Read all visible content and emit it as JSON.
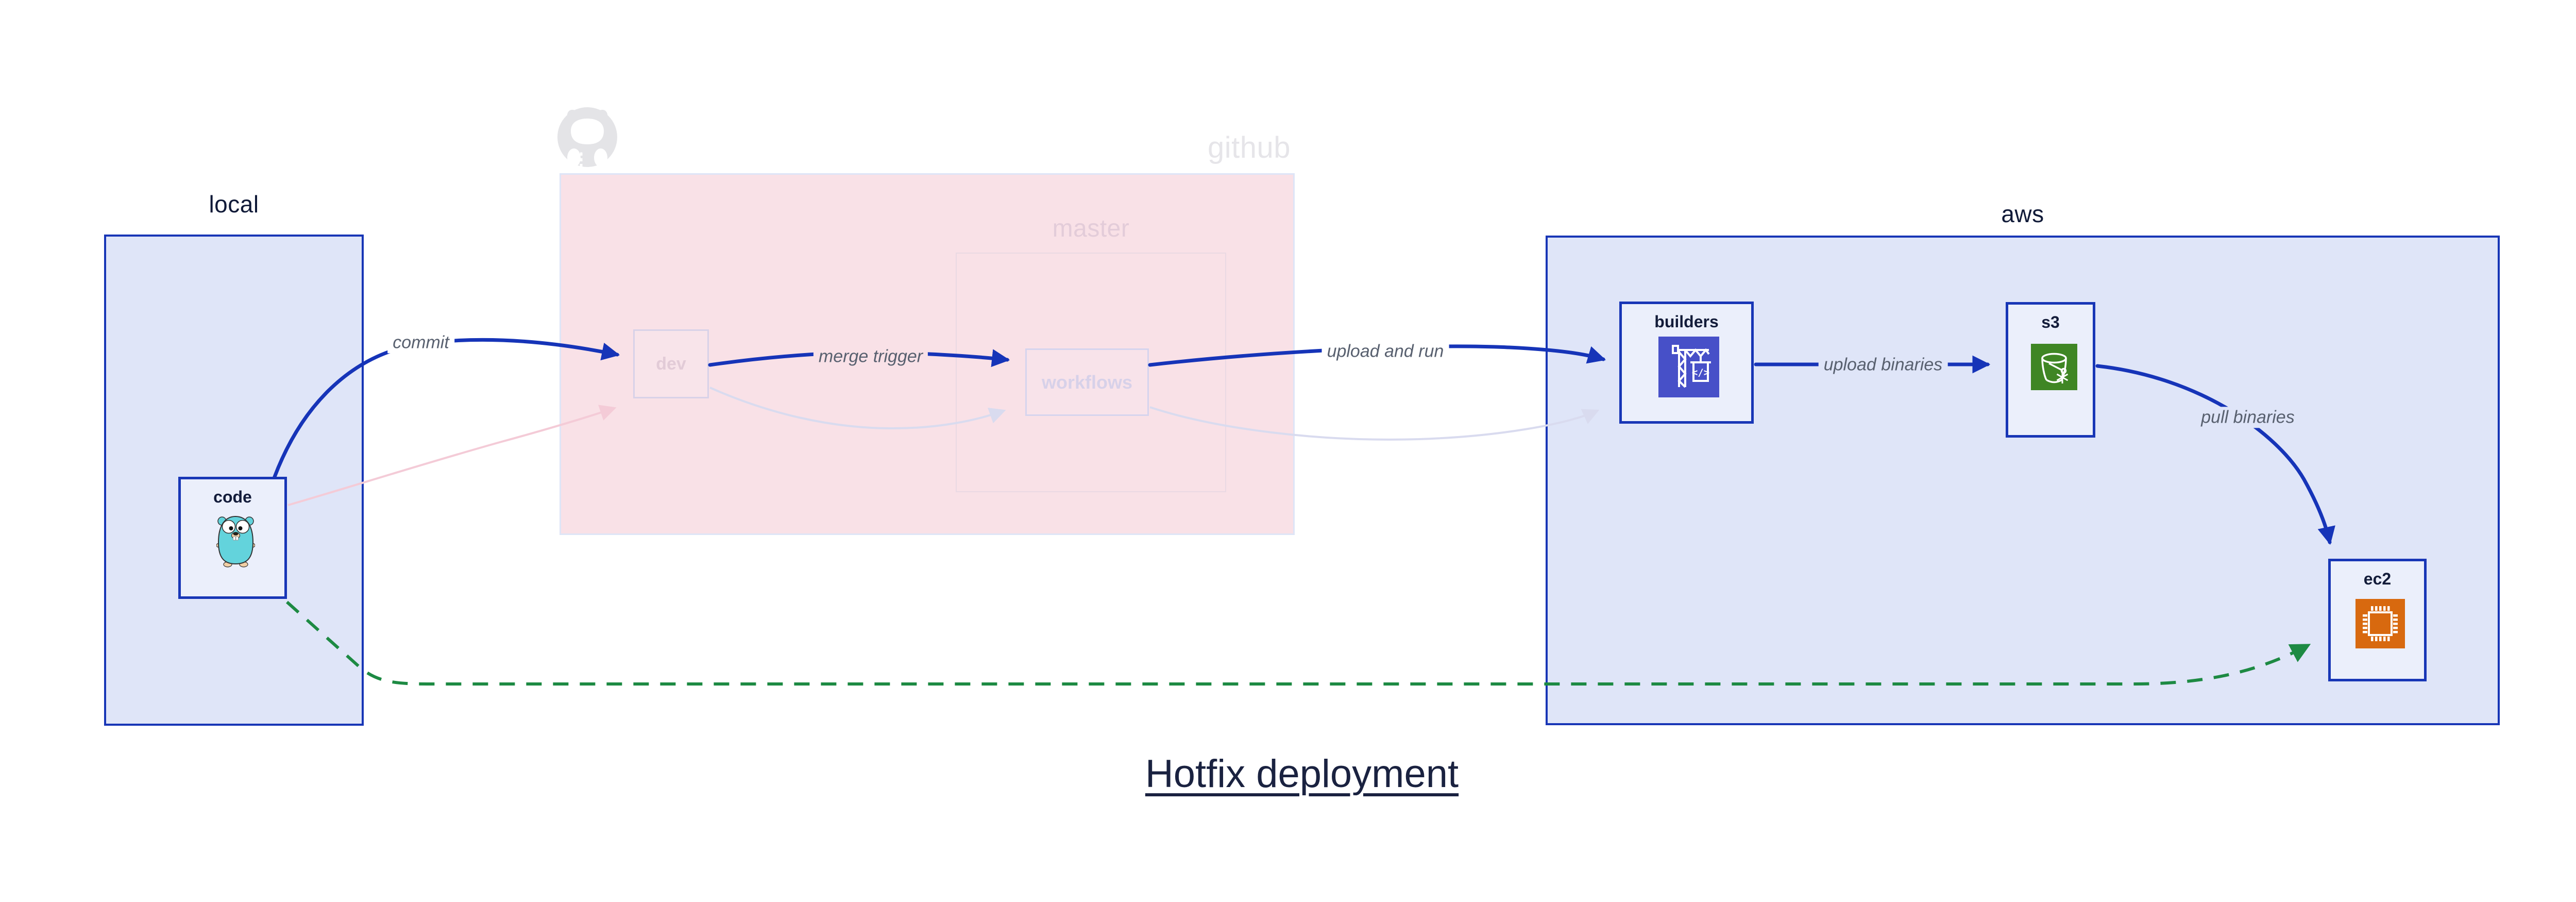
{
  "title": {
    "text": "Hotfix deployment"
  },
  "regions": {
    "local": {
      "label": "local"
    },
    "github": {
      "label": "github",
      "master_label": "master"
    },
    "aws": {
      "label": "aws"
    }
  },
  "nodes": {
    "code": {
      "label": "code",
      "icon": "go-gopher-icon"
    },
    "dev": {
      "label": "dev"
    },
    "workflows": {
      "label": "workflows"
    },
    "builders": {
      "label": "builders",
      "icon": "codebuild-crane-icon",
      "icon_text": "</>"
    },
    "s3": {
      "label": "s3",
      "icon": "s3-bucket-icon"
    },
    "ec2": {
      "label": "ec2",
      "icon": "ec2-chip-icon"
    }
  },
  "edges": {
    "commit": {
      "label": "commit",
      "from": "code",
      "to": "dev",
      "style": "solid-blue"
    },
    "merge_trigger": {
      "label": "merge trigger",
      "from": "dev",
      "to": "workflows",
      "style": "solid-blue"
    },
    "upload_and_run": {
      "label": "upload and run",
      "from": "workflows",
      "to": "builders",
      "style": "solid-blue"
    },
    "upload_binaries": {
      "label": "upload binaries",
      "from": "builders",
      "to": "s3",
      "style": "solid-blue"
    },
    "pull_binaries": {
      "label": "pull binaries",
      "from": "s3",
      "to": "ec2",
      "style": "solid-blue"
    },
    "hotfix_direct": {
      "label": "",
      "from": "code",
      "to": "ec2",
      "style": "dashed-green"
    },
    "faded_code_to_dev": {
      "label": "",
      "from": "code",
      "to": "dev",
      "style": "faded-pink"
    },
    "faded_dev_to_workflows": {
      "label": "",
      "from": "dev",
      "to": "workflows",
      "style": "faded-lavender"
    },
    "faded_workflows_to_builders": {
      "label": "",
      "from": "workflows",
      "to": "builders",
      "style": "faded-lavender"
    }
  },
  "colors": {
    "arrow_blue": "#1634b8",
    "arrow_green": "#1d8a43",
    "arrow_faded_pink": "#f4cbd7",
    "arrow_faded_lavender": "#d9dbef",
    "region_fill_blue": "#dfe5f8",
    "region_fill_pink": "#f9e1e7",
    "node_fill": "#ebeffb",
    "node_border": "#1836b6",
    "codebuild_icon_bg": "#4750c8",
    "s3_icon_bg": "#3f8624",
    "ec2_icon_bg": "#d8690f",
    "gopher_teal": "#63d3dc",
    "label_gray": "#58606f",
    "title_navy": "#1a2240",
    "faded_gray": "#e6e5e9"
  }
}
